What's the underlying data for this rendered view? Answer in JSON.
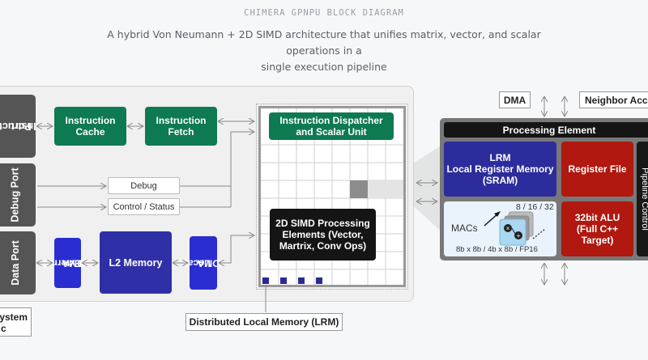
{
  "header": {
    "title": "CHIMERA GPNPU BLOCK DIAGRAM",
    "subtitle_line1": "A hybrid Von Neumann + 2D SIMD architecture that unifies matrix, vector, and scalar operations in a",
    "subtitle_line2": "single execution pipeline"
  },
  "ports": {
    "instruction_line1": "Instruction",
    "instruction_line2": "Port",
    "debug": "Debug Port",
    "data": "Data Port"
  },
  "blocks": {
    "instruction_cache_line1": "Instruction",
    "instruction_cache_line2": "Cache",
    "instruction_fetch_line1": "Instruction",
    "instruction_fetch_line2": "Fetch",
    "debug": "Debug",
    "control_status": "Control / Status",
    "external_dma_line1": "External",
    "external_dma_line2": "DMA",
    "l2_memory": "L2 Memory",
    "local_dma_line1": "Local",
    "local_dma_line2": "DMA",
    "dispatcher_line1": "Instruction Dispatcher",
    "dispatcher_line2": "and Scalar Unit",
    "simd_line1": "2D SIMD Processing",
    "simd_line2": "Elements (Vector,",
    "simd_line3": "Martrix, Conv Ops)"
  },
  "labels": {
    "subsystem_line1": "ystem",
    "subsystem_line2": "c",
    "distributed_lrm": "Distributed Local Memory (LRM)",
    "dma": "DMA",
    "neighbor": "Neighbor Acce"
  },
  "processing_element": {
    "title": "Processing Element",
    "lrm_line1": "LRM",
    "lrm_line2": "Local Register Memory",
    "lrm_line3": "(SRAM)",
    "register_file": "Register File",
    "alu_line1": "32bit ALU",
    "alu_line2": "(Full C++",
    "alu_line3": "Target)",
    "pipeline_control": "Pipeline Control",
    "macs_label": "MACs",
    "macs_count": "8 / 16 / 32",
    "macs_precision": "8b x 8b / 4b x 8b / FP16"
  },
  "colors": {
    "green": "#0e7a52",
    "navy": "#2f2fa8",
    "blue": "#2a2ed0",
    "red": "#b01810",
    "port_gray": "#555555",
    "black": "#151515"
  }
}
